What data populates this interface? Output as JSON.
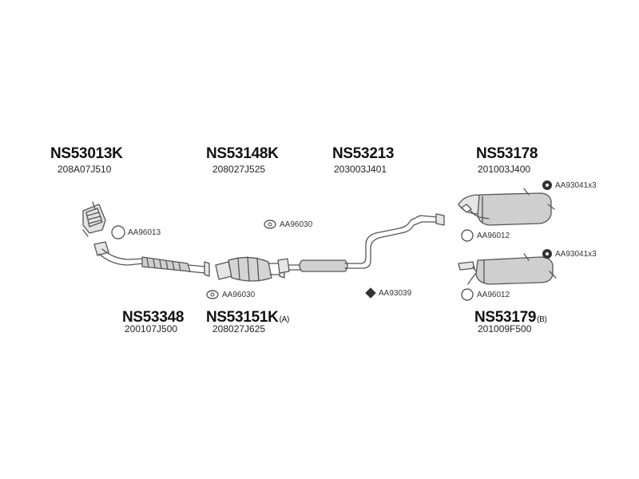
{
  "parts": {
    "p1": {
      "number": "NS53013K",
      "oem": "208A07J510",
      "suffix": ""
    },
    "p2": {
      "number": "NS53148K",
      "oem": "208027J525",
      "suffix": ""
    },
    "p3": {
      "number": "NS53213",
      "oem": "203003J401",
      "suffix": ""
    },
    "p4": {
      "number": "NS53178",
      "oem": "201003J400",
      "suffix": ""
    },
    "p5": {
      "number": "NS53348",
      "oem": "200107J500",
      "suffix": ""
    },
    "p6": {
      "number": "NS53151K",
      "oem": "208027J625",
      "suffix": "(A)"
    },
    "p7": {
      "number": "NS53179",
      "oem": "201009F500",
      "suffix": "(B)"
    }
  },
  "accessories": {
    "a1": "AA96013",
    "a2": "AA96030",
    "a3": "AA96030",
    "a4": "AA93039",
    "a5": "AA96012",
    "a6": "AA96012",
    "a7": "AA93041x3",
    "a8": "AA93041x3"
  },
  "colors": {
    "line": "#555555",
    "fill": "#d9d9d9",
    "dark": "#333333",
    "text": "#111111"
  }
}
